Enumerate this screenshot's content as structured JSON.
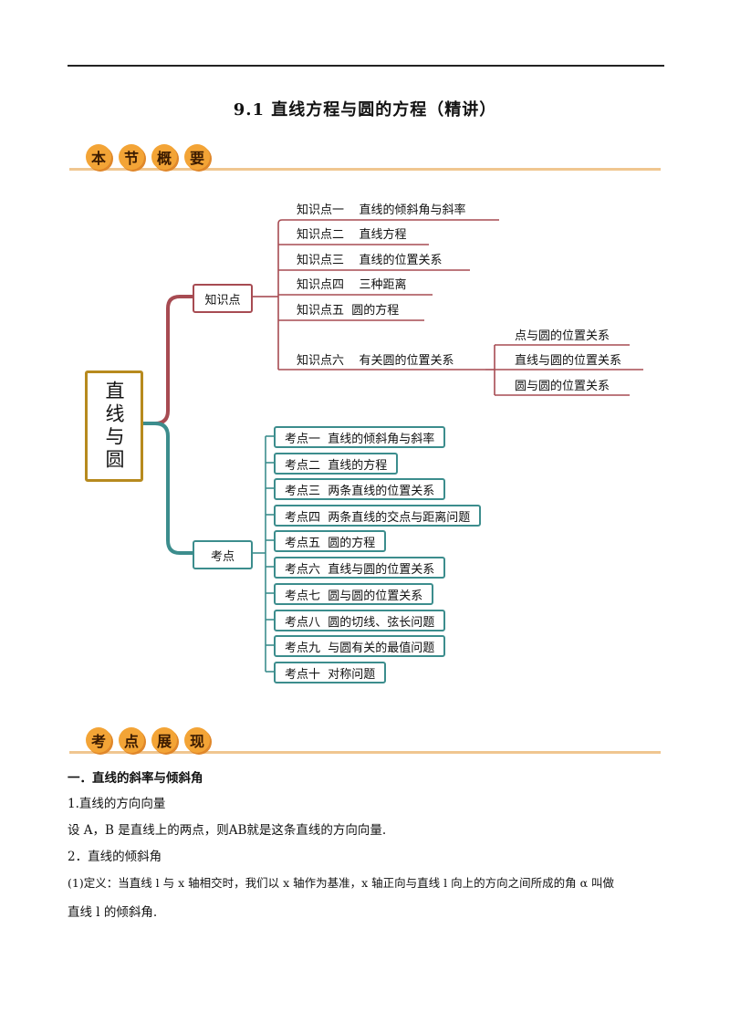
{
  "title": "9.1  直线方程与圆的方程（精讲）",
  "section1": {
    "chars": [
      "本",
      "节",
      "概",
      "要"
    ]
  },
  "section2": {
    "chars": [
      "考",
      "点",
      "展",
      "现"
    ]
  },
  "mindmap": {
    "root": "直线与圆",
    "branch_knowledge": {
      "label": "知识点",
      "items": [
        "知识点一    直线的倾斜角与斜率",
        "知识点二    直线方程",
        "知识点三    直线的位置关系",
        "知识点四    三种距离",
        "知识点五  圆的方程",
        "知识点六    有关圆的位置关系"
      ],
      "sub_items": [
        "点与圆的位置关系",
        "直线与圆的位置关系",
        "圆与圆的位置关系"
      ]
    },
    "branch_exam": {
      "label": "考点",
      "items": [
        "考点一  直线的倾斜角与斜率",
        "考点二  直线的方程",
        "考点三  两条直线的位置关系",
        "考点四  两条直线的交点与距离问题",
        "考点五  圆的方程",
        "考点六  直线与圆的位置关系",
        "考点七  圆与圆的位置关系",
        "考点八  圆的切线、弦长问题",
        "考点九  与圆有关的最值问题",
        "考点十  对称问题"
      ]
    }
  },
  "content": {
    "heading": "一．直线的斜率与倾斜角",
    "p1": "1.直线的方向向量",
    "p2": "设 A，B 是直线上的两点，则AB就是这条直线的方向向量.",
    "p3": "2．直线的倾斜角",
    "p4": "(1)定义：当直线 l 与 x 轴相交时，我们以 x 轴作为基准，x 轴正向与直线 l 向上的方向之间所成的角 α 叫做",
    "p5": "直线 l 的倾斜角."
  },
  "colors": {
    "knowledge": "#a74b52",
    "exam": "#3c8d8d",
    "root_border": "#b78a1e",
    "header_pill": "#f3a436",
    "header_bar": "#f0c690"
  }
}
